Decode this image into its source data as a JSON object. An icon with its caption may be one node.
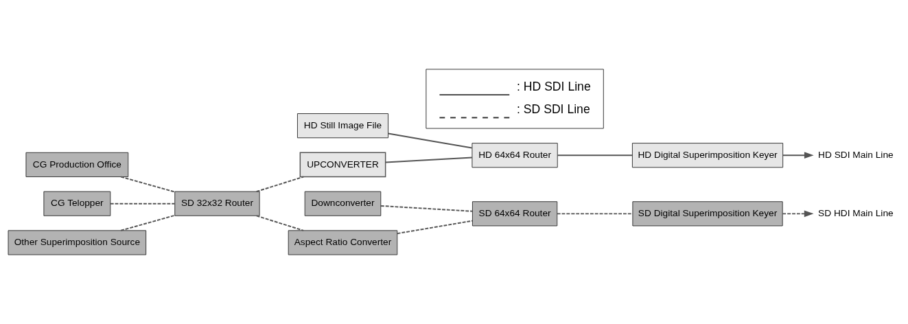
{
  "diagram": {
    "nodes": [
      {
        "text": [
          "HD Still Image File"
        ]
      },
      {
        "text": [
          "Downconverter"
        ]
      },
      {
        "text": [
          "CG Production Office"
        ]
      },
      {
        "text": [
          "CG Telopper"
        ]
      },
      {
        "text": [
          "Other Superimposition Source"
        ]
      },
      {
        "text": [
          "SD 32x32 Router"
        ]
      },
      {
        "text": [
          "UPCONVERTER"
        ]
      },
      {
        "text": [
          "Aspect Ratio Converter"
        ]
      },
      {
        "text": [
          "HD 64x64 Router"
        ]
      },
      {
        "text": [
          "SD 64x64 Router"
        ]
      },
      {
        "text": [
          "HD Digital Superimposition Keyer"
        ]
      },
      {
        "text": [
          "SD Digital Superimposition Keyer"
        ]
      },
      {
        "text": [
          "HD SDI Main Line"
        ]
      },
      {
        "text": [
          "SD HDI Main Line"
        ]
      }
    ],
    "edges": [
      {
        "from": 0,
        "to": 8,
        "arrow": "none"
      },
      {
        "from": 1,
        "to": 9,
        "arrow": "none",
        "style": "dashed"
      },
      {
        "from": 2,
        "to": 5,
        "arrow": "none",
        "style": "dashed"
      },
      {
        "from": 3,
        "to": 5,
        "arrow": "none",
        "style": "dashed"
      },
      {
        "from": 4,
        "to": 5,
        "arrow": "none",
        "style": "dashed"
      },
      {
        "from": 5,
        "to": 6,
        "arrow": "none",
        "style": "dashed"
      },
      {
        "from": 5,
        "to": 7,
        "arrow": "none",
        "style": "dashed"
      },
      {
        "from": 6,
        "to": 8,
        "arrow": "none"
      },
      {
        "from": 7,
        "to": 9,
        "arrow": "none",
        "style": "dashed"
      },
      {
        "from": 8,
        "to": 10,
        "arrow": "none"
      },
      {
        "from": 9,
        "to": 11,
        "arrow": "none",
        "style": "dashed"
      },
      {
        "from": 10,
        "to": 12,
        "arrow": "to"
      },
      {
        "from": 11,
        "to": 13,
        "arrow": "to",
        "style": "dashed"
      }
    ],
    "legend": [
      {
        "text": ": HD SDI Line"
      },
      {
        "text": ": SD SDI Line"
      }
    ]
  }
}
